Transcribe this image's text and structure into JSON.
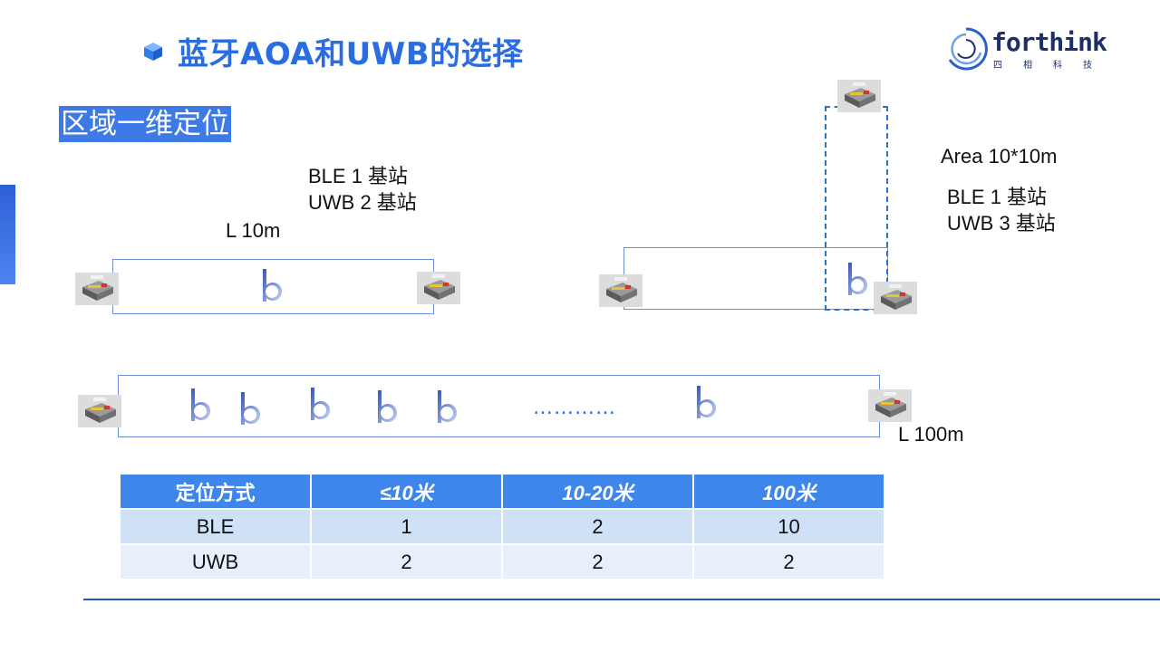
{
  "title": "蓝牙AOA和UWB的选择",
  "logo": {
    "name": "forthink",
    "sub": "四相科技"
  },
  "section_title": "区域一维定位",
  "scenario_small": {
    "ble": "BLE   1  基站",
    "uwb": "UWB  2  基站",
    "length": "L 10m"
  },
  "scenario_area": {
    "area": "Area 10*10m",
    "ble": "BLE   1 基站",
    "uwb": "UWB  3 基站"
  },
  "scenario_long": {
    "ellipsis": "…………",
    "length": "L 100m"
  },
  "table": {
    "headers": [
      "定位方式",
      "≤10米",
      "10-20米",
      "100米"
    ],
    "rows": [
      [
        "BLE",
        "1",
        "2",
        "10"
      ],
      [
        "UWB",
        "2",
        "2",
        "2"
      ]
    ]
  },
  "colors": {
    "accent": "#2a6de0",
    "header": "#3f86ea",
    "row1": "#cfe1f6",
    "row2": "#e7f0fa"
  }
}
